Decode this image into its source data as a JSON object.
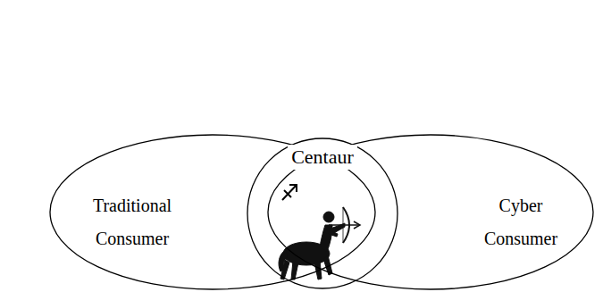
{
  "diagram": {
    "nodes": [
      {
        "text": [
          "Traditional Consumer"
        ]
      },
      {
        "text": [
          "Cyber Consumer"
        ]
      },
      {
        "text": [
          "Centaur"
        ]
      }
    ]
  }
}
